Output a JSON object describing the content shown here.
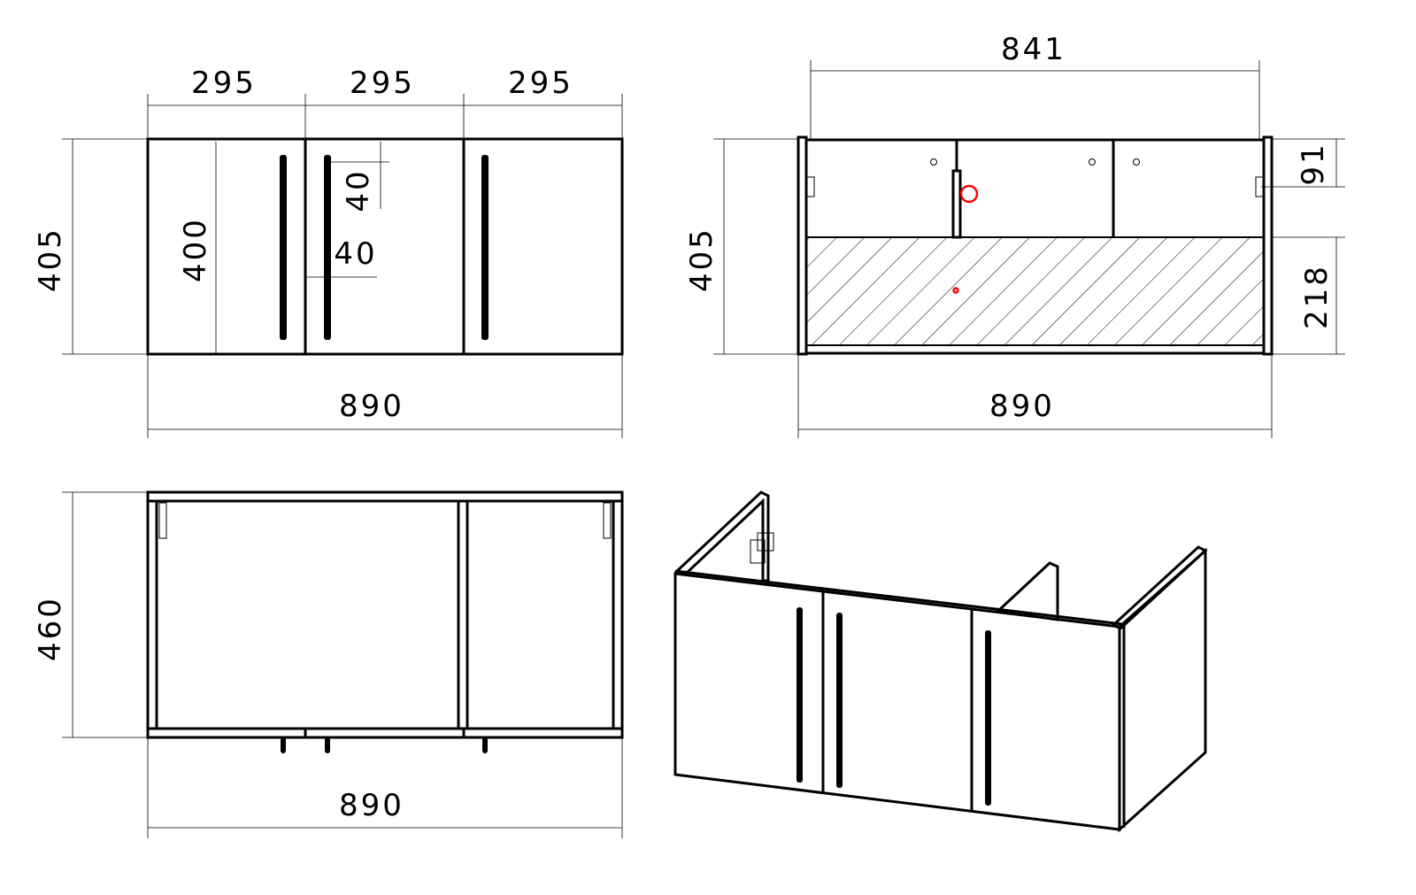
{
  "front_view": {
    "door_widths": [
      "295",
      "295",
      "295"
    ],
    "height": "405",
    "door_height": "400",
    "handle_offset_top": "40",
    "handle_offset_side": "40",
    "width": "890"
  },
  "back_view": {
    "inner_width": "841",
    "height": "405",
    "mount_offset": "91",
    "shelf_height": "218",
    "width": "890"
  },
  "top_view": {
    "depth": "460",
    "width": "890"
  },
  "colors": {
    "line": "#000000",
    "marker": "#ff0000"
  }
}
